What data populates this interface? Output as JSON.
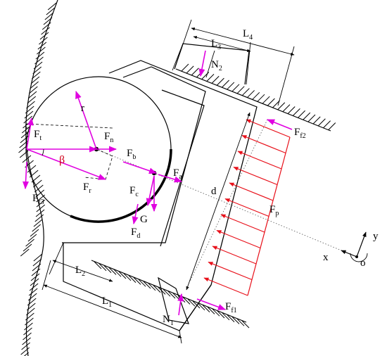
{
  "labels": {
    "L4": {
      "main": "L",
      "sub": "4"
    },
    "L3": {
      "main": "L",
      "sub": "3"
    },
    "N2": {
      "main": "N",
      "sub": "2"
    },
    "r": "r",
    "Ff2": {
      "main": "F",
      "sub": "f2"
    },
    "Ft": {
      "main": "F",
      "sub": "t"
    },
    "Fn": {
      "main": "F",
      "sub": "n"
    },
    "beta": "β",
    "Fb": {
      "main": "F",
      "sub": "b"
    },
    "Fa": {
      "main": "F",
      "sub": "a"
    },
    "Fr": {
      "main": "F",
      "sub": "r"
    },
    "d": "d",
    "Fc": {
      "main": "F",
      "sub": "c"
    },
    "Ff3": {
      "main": "F",
      "sub": "f3"
    },
    "G": "G",
    "Fp": {
      "main": "F",
      "sub": "p"
    },
    "Fd": {
      "main": "F",
      "sub": "d"
    },
    "L2": {
      "main": "L",
      "sub": "2"
    },
    "x": "x",
    "y": "y",
    "o": "o",
    "L1": {
      "main": "L",
      "sub": "1"
    },
    "Ff1": {
      "main": "F",
      "sub": "f1"
    },
    "N1": {
      "main": "N",
      "sub": "1"
    }
  },
  "colors": {
    "force_arrows": "#e000e0",
    "pressure_arrows": "#e8101a",
    "angle_label": "#d0021b",
    "lines": "#000000"
  }
}
